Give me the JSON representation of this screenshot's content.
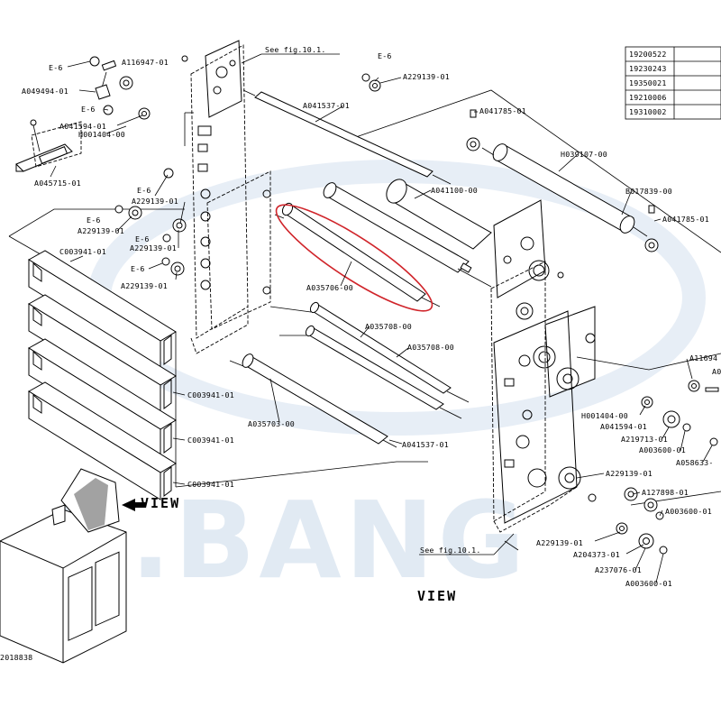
{
  "watermark": "E.BANG",
  "ref_table": [
    "19200522",
    "19230243",
    "19350021",
    "19210006",
    "19310002"
  ],
  "refs": {
    "see_fig_top": "See fig.10.1.",
    "see_fig_bottom": "See fig.10.1.",
    "view_arrow": "VIEW",
    "view_caption": "VIEW",
    "figure_number": "2018838"
  },
  "part_labels": {
    "e6_a": "E-6",
    "a116947": "A116947-01",
    "e6_b": "E-6",
    "a049494": "A049494-01",
    "a041594_l": "A041594-01",
    "h001404_l": "H001404-00",
    "a045715": "A045715-01",
    "e6_c": "E-6",
    "a229139_a": "A229139-01",
    "e6_d": "E-6",
    "a229139_b": "A229139-01",
    "e6_e": "E-6",
    "a229139_c": "A229139-01",
    "e6_f": "E-6",
    "a229139_d": "A229139-01",
    "c003941_a": "C003941-01",
    "c003941_b": "C003941-01",
    "c003941_c": "C003941-01",
    "c003941_d": "C003941-01",
    "e6_top": "E-6",
    "a229139_top": "A229139-01",
    "a041537_top": "A041537-01",
    "a041785_a": "A041785-01",
    "h039107": "H039107-00",
    "a041100": "A041100-00",
    "b017839": "B017839-00",
    "a041785_b": "A041785-01",
    "a035706": "A035706-00",
    "a035708_a": "A035708-00",
    "a035708_b": "A035708-00",
    "a035703": "A035703-00",
    "a041537_bot": "A041537-01",
    "a11694": "A11694",
    "a0_edge": "A0",
    "h001404_r": "H001404-00",
    "a041594_r": "A041594-01",
    "a219713": "A219713-01",
    "a003600_a": "A003600-01",
    "a058633": "A058633-",
    "a229139_r1": "A229139-01",
    "a127898": "A127898-01",
    "a003600_b": "A003600-01",
    "a229139_r2": "A229139-01",
    "a204373": "A204373-01",
    "a237076": "A237076-01",
    "a003600_c": "A003600-01"
  }
}
